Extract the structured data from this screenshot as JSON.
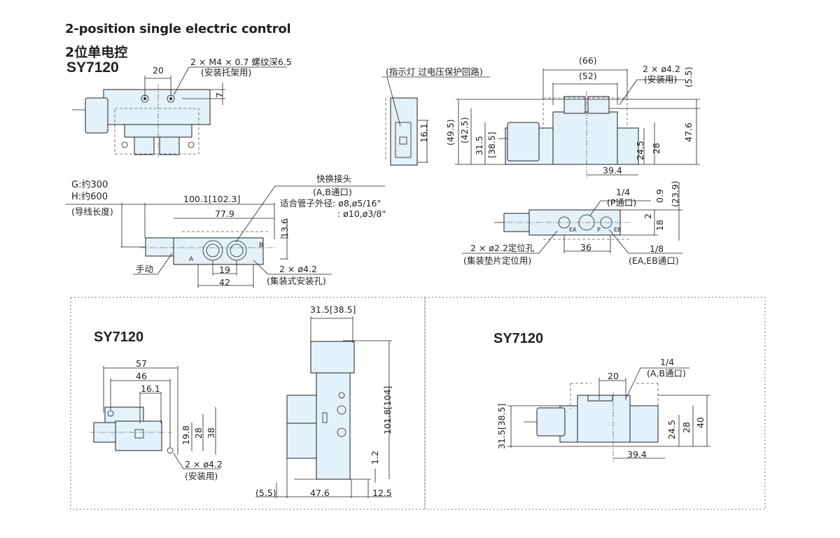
{
  "header": {
    "title_en": "2-position single electric control",
    "title_cn": "2位单电控",
    "model": "SY7120"
  },
  "top_view": {
    "dim_20": "20",
    "dim_7": "7",
    "thread_note_1": "2 × M4 × 0.7 螺纹深6.5",
    "thread_note_2": "(安装托架用)"
  },
  "side_view_small": {
    "note": "(指示灯  过电压保护回路)",
    "dim_16_1": "16.1"
  },
  "front_view": {
    "dim_66": "(66)",
    "dim_52": "(52)",
    "mount_note_1": "2 × ø4.2",
    "mount_note_2": "(安装用)",
    "dim_5_5": "(5.5)",
    "dim_49_5": "(49.5)",
    "dim_42_5": "(42.5)",
    "dim_31_5": "31.5",
    "dim_38_5": "[38.5]",
    "dim_24_5": "24.5",
    "dim_28": "28",
    "dim_47_6": "47.6",
    "dim_39_4": "39.4"
  },
  "plan_view": {
    "lead_g": "G:约300",
    "lead_h": "H:约600",
    "lead_note": "(导线长度)",
    "dim_100_1": "100.1[102.3]",
    "dim_77_9": "77.9",
    "dim_13_6": "13.6",
    "dim_19": "19",
    "dim_42": "42",
    "manual": "手动",
    "fitting_title": "快换接头",
    "fitting_port": "(A,B通口)",
    "fitting_tube_1": "适合管子外径: ø8,ø5/16\"",
    "fitting_tube_2": ": ø10,ø3/8\"",
    "hole_note_1": "2 × ø4.2",
    "hole_note_2": "(集装式安装孔)",
    "port_a": "A",
    "port_b": "B"
  },
  "bottom_view": {
    "p_size": "1/4",
    "p_port": "(P通口)",
    "dim_0_9": "0.9",
    "dim_23_9": "(23.9)",
    "dim_2": "2",
    "dim_18": "18",
    "dim_36": "36",
    "pin_note_1": "2 × ø2.2定位孔",
    "pin_note_2": "(集装垫片定位用)",
    "e_size": "1/8",
    "e_port": "(EA,EB通口)",
    "label_ea": "EA",
    "label_p": "P",
    "label_eb": "EB"
  },
  "bracket_left": {
    "model": "SY7120",
    "dim_57": "57",
    "dim_46": "46",
    "dim_16_1": "16.1",
    "dim_19_8": "19.8",
    "dim_28": "28",
    "dim_38": "38",
    "note_1": "2 × ø4.2",
    "note_2": "(安装用)"
  },
  "bracket_side": {
    "dim_31_5": "31.5[38.5]",
    "dim_101_8": "101.8[104]",
    "dim_1_2": "1.2",
    "dim_5_5": "(5.5)",
    "dim_47_6": "47.6",
    "dim_12_5": "12.5"
  },
  "bracket_right": {
    "model": "SY7120",
    "port_size": "1/4",
    "port_note": "(A,B通口)",
    "dim_20": "20",
    "dim_31_5": "31.5[38.5]",
    "dim_24_5": "24.5",
    "dim_28": "28",
    "dim_40": "40",
    "dim_39_4": "39.4"
  }
}
